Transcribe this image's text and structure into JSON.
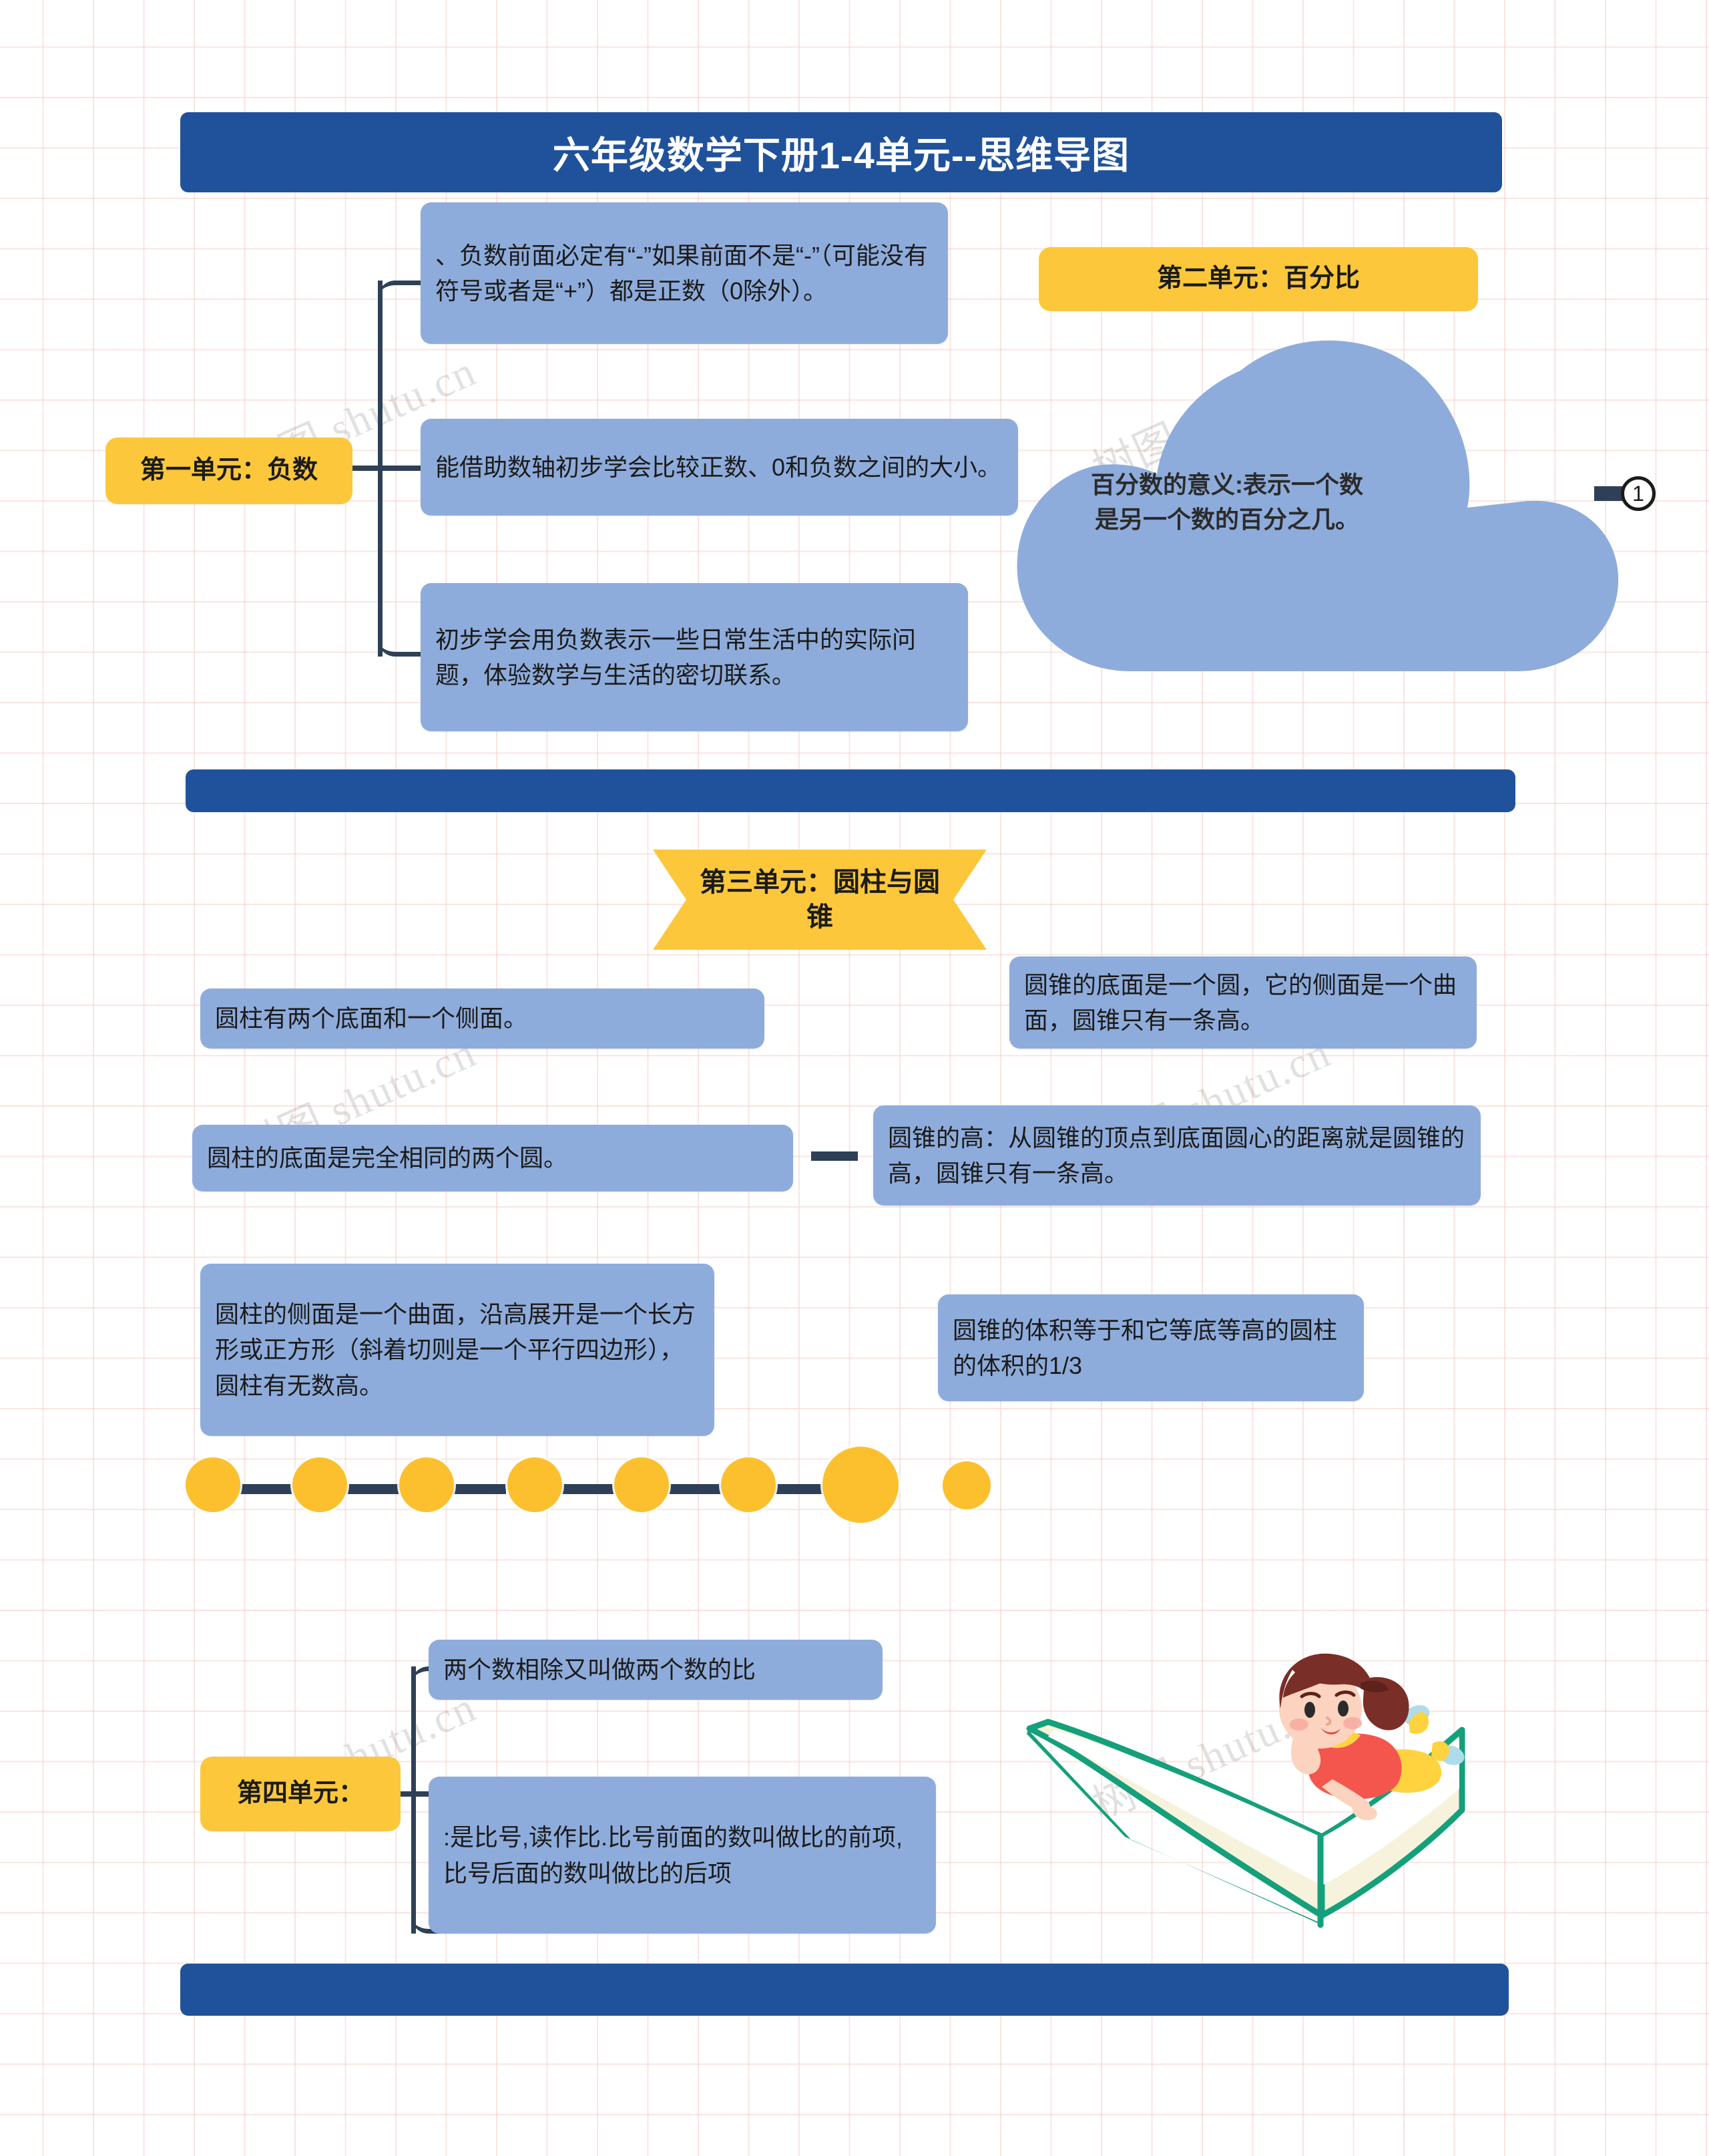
{
  "page": {
    "title": "六年级数学下册1-4单元--思维导图",
    "watermark": "树图 shutu.cn"
  },
  "unit1": {
    "label": "第一单元：负数",
    "branches": [
      "、负数前面必定有“-”如果前面不是“-”（可能没有符号或者是“+”）都是正数（0除外）。",
      "能借助数轴初步学会比较正数、0和负数之间的大小。",
      "初步学会用负数表示一些日常生活中的实际问题，体验数学与生活的密切联系。"
    ]
  },
  "unit2": {
    "label": "第二单元：百分比",
    "cloud_text": "百分数的意义:表示一个数是另一个数的百分之几。",
    "badge": "1"
  },
  "unit3": {
    "label": "第三单元：圆柱与圆锥",
    "left_branches": [
      "圆柱有两个底面和一个侧面。",
      "圆柱的底面是完全相同的两个圆。",
      "圆柱的侧面是一个曲面，沿高展开是一个长方形或正方形（斜着切则是一个平行四边形），圆柱有无数高。"
    ],
    "right_branches": [
      "圆锥的底面是一个圆，它的侧面是一个曲面，圆锥只有一条高。",
      "圆锥的高：从圆锥的顶点到底面圆心的距离就是圆锥的高，圆锥只有一条高。",
      "圆锥的体积等于和它等底等高的圆柱的体积的1/3"
    ]
  },
  "unit4": {
    "label": "第四单元：",
    "branches": [
      "两个数相除又叫做两个数的比",
      ":是比号,读作比.比号前面的数叫做比的前项,比号后面的数叫做比的后项"
    ]
  },
  "decoration": {
    "dot_count": 8,
    "illustration": "girl-reading-book-illustration"
  },
  "colors": {
    "deep_blue": "#20529B",
    "box_blue": "#8EACDB",
    "yellow": "#FCC73B",
    "dot_yellow": "#FCC02E",
    "connector": "#2E4057",
    "grid": "#F7CEC8"
  }
}
